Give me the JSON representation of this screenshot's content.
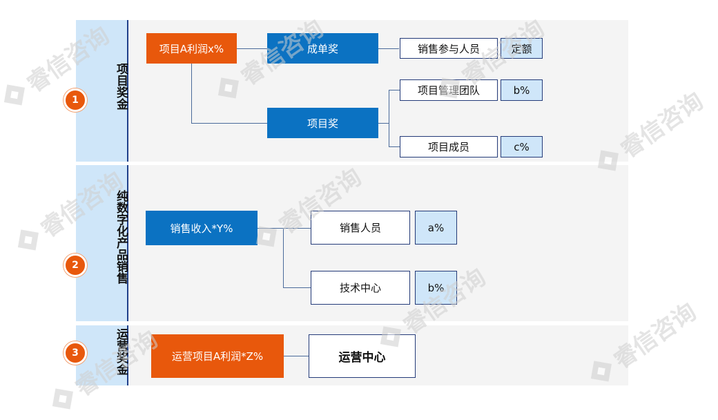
{
  "watermark": {
    "text": "睿信咨询"
  },
  "sections": [
    {
      "number": "1",
      "title": "项目奖金",
      "source": "项目A利润x%",
      "branches": [
        {
          "label": "成单奖",
          "targets": [
            {
              "label": "销售参与人员",
              "value": "定额"
            }
          ]
        },
        {
          "label": "项目奖",
          "targets": [
            {
              "label": "项目管理团队",
              "value": "b%"
            },
            {
              "label": "项目成员",
              "value": "c%"
            }
          ]
        }
      ]
    },
    {
      "number": "2",
      "title": "纯数字化产品销售",
      "source": "销售收入*Y%",
      "targets": [
        {
          "label": "销售人员",
          "value": "a%"
        },
        {
          "label": "技术中心",
          "value": "b%"
        }
      ]
    },
    {
      "number": "3",
      "title": "运营奖金",
      "source": "运营项目A利润*Z%",
      "target": "运营中心"
    }
  ]
}
